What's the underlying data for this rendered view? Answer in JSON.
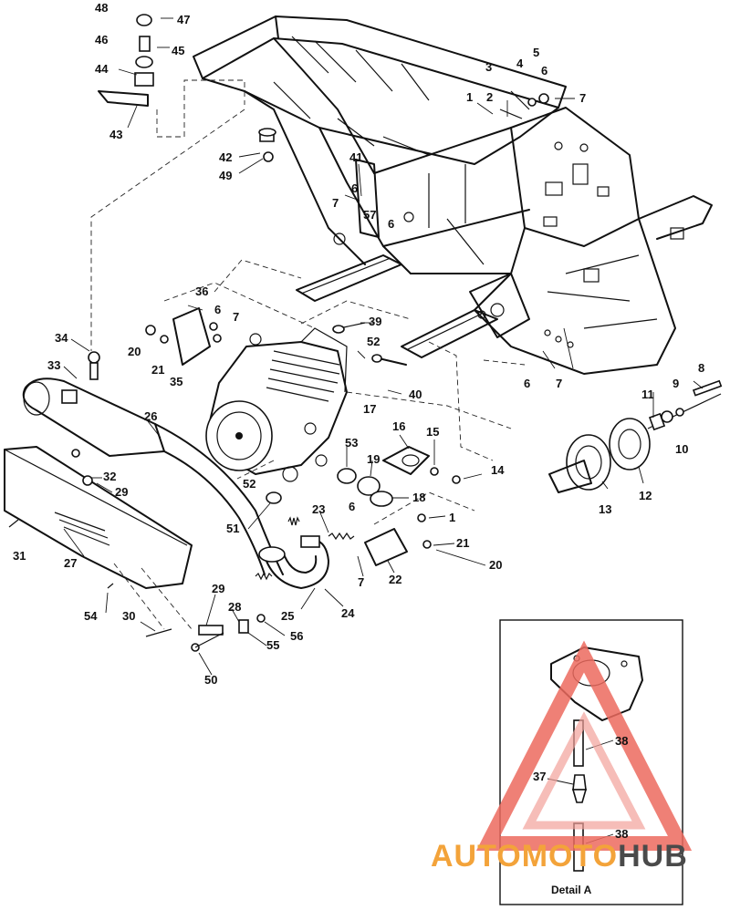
{
  "diagram": {
    "callouts": [
      {
        "id": "c48",
        "text": "48"
      },
      {
        "id": "c47",
        "text": "47"
      },
      {
        "id": "c46",
        "text": "46"
      },
      {
        "id": "c45",
        "text": "45"
      },
      {
        "id": "c44",
        "text": "44"
      },
      {
        "id": "c43",
        "text": "43"
      },
      {
        "id": "c42",
        "text": "42"
      },
      {
        "id": "c49",
        "text": "49"
      },
      {
        "id": "c41",
        "text": "41"
      },
      {
        "id": "c6a",
        "text": "6"
      },
      {
        "id": "c7a",
        "text": "7"
      },
      {
        "id": "c57",
        "text": "57"
      },
      {
        "id": "c6b",
        "text": "6"
      },
      {
        "id": "c3",
        "text": "3"
      },
      {
        "id": "c4",
        "text": "4"
      },
      {
        "id": "c5",
        "text": "5"
      },
      {
        "id": "c6c",
        "text": "6"
      },
      {
        "id": "c7b",
        "text": "7"
      },
      {
        "id": "c1a",
        "text": "1"
      },
      {
        "id": "c2",
        "text": "2"
      },
      {
        "id": "c36",
        "text": "36"
      },
      {
        "id": "c6d",
        "text": "6"
      },
      {
        "id": "c7c",
        "text": "7"
      },
      {
        "id": "c20a",
        "text": "20"
      },
      {
        "id": "c21a",
        "text": "21"
      },
      {
        "id": "c35",
        "text": "35"
      },
      {
        "id": "c34",
        "text": "34"
      },
      {
        "id": "c33",
        "text": "33"
      },
      {
        "id": "c39",
        "text": "39"
      },
      {
        "id": "c52a",
        "text": "52"
      },
      {
        "id": "c40",
        "text": "40"
      },
      {
        "id": "c17",
        "text": "17"
      },
      {
        "id": "c6e",
        "text": "6"
      },
      {
        "id": "c7d",
        "text": "7"
      },
      {
        "id": "c8",
        "text": "8"
      },
      {
        "id": "c9",
        "text": "9"
      },
      {
        "id": "c11",
        "text": "11"
      },
      {
        "id": "c10",
        "text": "10"
      },
      {
        "id": "c12",
        "text": "12"
      },
      {
        "id": "c13",
        "text": "13"
      },
      {
        "id": "c26",
        "text": "26"
      },
      {
        "id": "c16",
        "text": "16"
      },
      {
        "id": "c15",
        "text": "15"
      },
      {
        "id": "c14",
        "text": "14"
      },
      {
        "id": "c53",
        "text": "53"
      },
      {
        "id": "c19",
        "text": "19"
      },
      {
        "id": "c18",
        "text": "18"
      },
      {
        "id": "c32",
        "text": "32"
      },
      {
        "id": "c29a",
        "text": "29"
      },
      {
        "id": "c52b",
        "text": "52"
      },
      {
        "id": "c51",
        "text": "51"
      },
      {
        "id": "c23",
        "text": "23"
      },
      {
        "id": "c6f",
        "text": "6"
      },
      {
        "id": "c1b",
        "text": "1"
      },
      {
        "id": "c21b",
        "text": "21"
      },
      {
        "id": "c20b",
        "text": "20"
      },
      {
        "id": "c22",
        "text": "22"
      },
      {
        "id": "c7e",
        "text": "7"
      },
      {
        "id": "c31",
        "text": "31"
      },
      {
        "id": "c27",
        "text": "27"
      },
      {
        "id": "c25",
        "text": "25"
      },
      {
        "id": "c24",
        "text": "24"
      },
      {
        "id": "c54",
        "text": "54"
      },
      {
        "id": "c29b",
        "text": "29"
      },
      {
        "id": "c28",
        "text": "28"
      },
      {
        "id": "c30",
        "text": "30"
      },
      {
        "id": "c56",
        "text": "56"
      },
      {
        "id": "c55",
        "text": "55"
      },
      {
        "id": "c50",
        "text": "50"
      },
      {
        "id": "c38a",
        "text": "38"
      },
      {
        "id": "c37",
        "text": "37"
      },
      {
        "id": "c38b",
        "text": "38"
      }
    ],
    "detail_label": "Detail A"
  },
  "watermark": {
    "part1": "AUTO",
    "part2": "MOTO",
    "part3": "HUB",
    "color_primary": "#ec6a5e",
    "color_accent": "#f3a33a",
    "color_dark": "#4a4a4a"
  }
}
